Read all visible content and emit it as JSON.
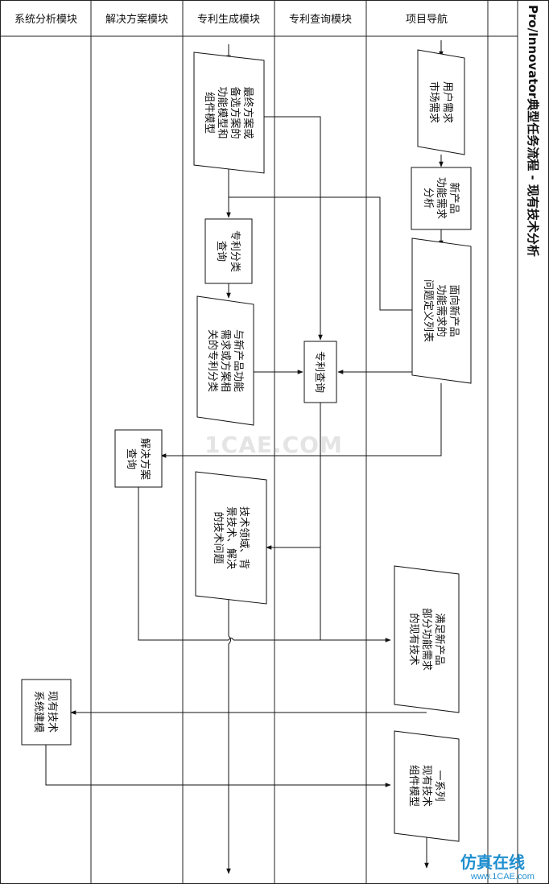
{
  "title": "Pro/Innovator典型任务流程 - 现有技术分析",
  "lanes": [
    {
      "id": "lane-system-analysis",
      "label": "系统分析模块"
    },
    {
      "id": "lane-solution",
      "label": "解决方案模块"
    },
    {
      "id": "lane-patent-generation",
      "label": "专利生成模块"
    },
    {
      "id": "lane-patent-query",
      "label": "专利查询模块"
    },
    {
      "id": "lane-project-nav",
      "label": "项目导航"
    }
  ],
  "nodes": {
    "user_market_needs": {
      "shape": "parallelogram",
      "lines": [
        "用户需求",
        "市场需求"
      ]
    },
    "new_product_func_analysis": {
      "shape": "process",
      "lines": [
        "新产品",
        "功能需求",
        "分析"
      ]
    },
    "problem_definition_list": {
      "shape": "parallelogram",
      "lines": [
        "面向新产品",
        "功能需求的",
        "问题定义列表"
      ]
    },
    "final_solution_models": {
      "shape": "parallelogram",
      "lines": [
        "最终方案或",
        "备选方案的",
        "功能模型和",
        "组件模型"
      ]
    },
    "patent_classification_query": {
      "shape": "process",
      "lines": [
        "专利分类",
        "查询"
      ]
    },
    "related_patent_classes": {
      "shape": "parallelogram",
      "lines": [
        "与新产品功能",
        "需求或方案相",
        "关的专利分类"
      ]
    },
    "patent_query": {
      "shape": "process",
      "lines": [
        "专利查询"
      ]
    },
    "solution_query": {
      "shape": "process",
      "lines": [
        "解决方案",
        "查询"
      ]
    },
    "tech_field_problems": {
      "shape": "parallelogram",
      "lines": [
        "技术领域、背",
        "景技术、解决",
        "的技术问题"
      ]
    },
    "existing_tech_partial": {
      "shape": "parallelogram",
      "lines": [
        "满足新产品",
        "部分功能需求",
        "的现有技术"
      ]
    },
    "existing_tech_system_modeling": {
      "shape": "process",
      "lines": [
        "现有技术",
        "系统建模"
      ]
    },
    "existing_tech_component_models": {
      "shape": "parallelogram",
      "lines": [
        "一系列",
        "现有技术",
        "组件模型"
      ]
    }
  },
  "watermark": {
    "text": "1CAE.COM",
    "corner": "仿真在线",
    "corner_sub": "www.1CAE.com"
  }
}
